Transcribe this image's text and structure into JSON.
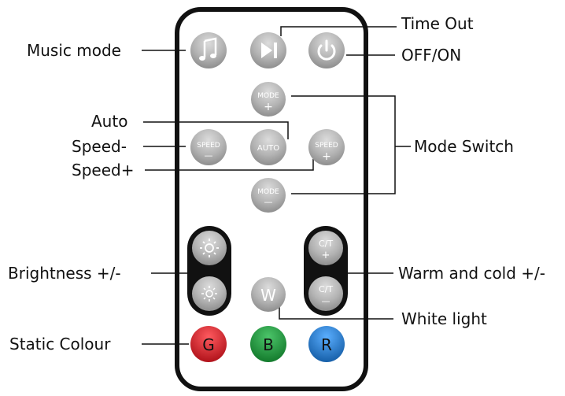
{
  "labels": {
    "time_out": "Time Out",
    "off_on": "OFF/ON",
    "music_mode": "Music mode",
    "auto": "Auto",
    "speed_minus": "Speed-",
    "speed_plus": "Speed+",
    "mode_switch": "Mode Switch",
    "brightness": "Brightness +/-",
    "warm_cold": "Warm and cold +/-",
    "white_light": "White light",
    "static_colour": "Static Colour"
  },
  "buttons": {
    "mode": "MODE",
    "plus": "+",
    "minus": "—",
    "speed": "SPEED",
    "auto": "AUTO",
    "ct": "C/T",
    "w": "W",
    "g": "G",
    "b": "B",
    "r": "R"
  },
  "icons": {
    "music": "music-note-icon",
    "play_pause": "play-pause-icon",
    "power": "power-icon",
    "brightness": "sun-icon"
  },
  "colors": {
    "gray_button": "#b9b9b9",
    "green": "#1f9a3c",
    "blue": "#2a7fd0",
    "red": "#d8222b",
    "body_outline": "#111111"
  }
}
